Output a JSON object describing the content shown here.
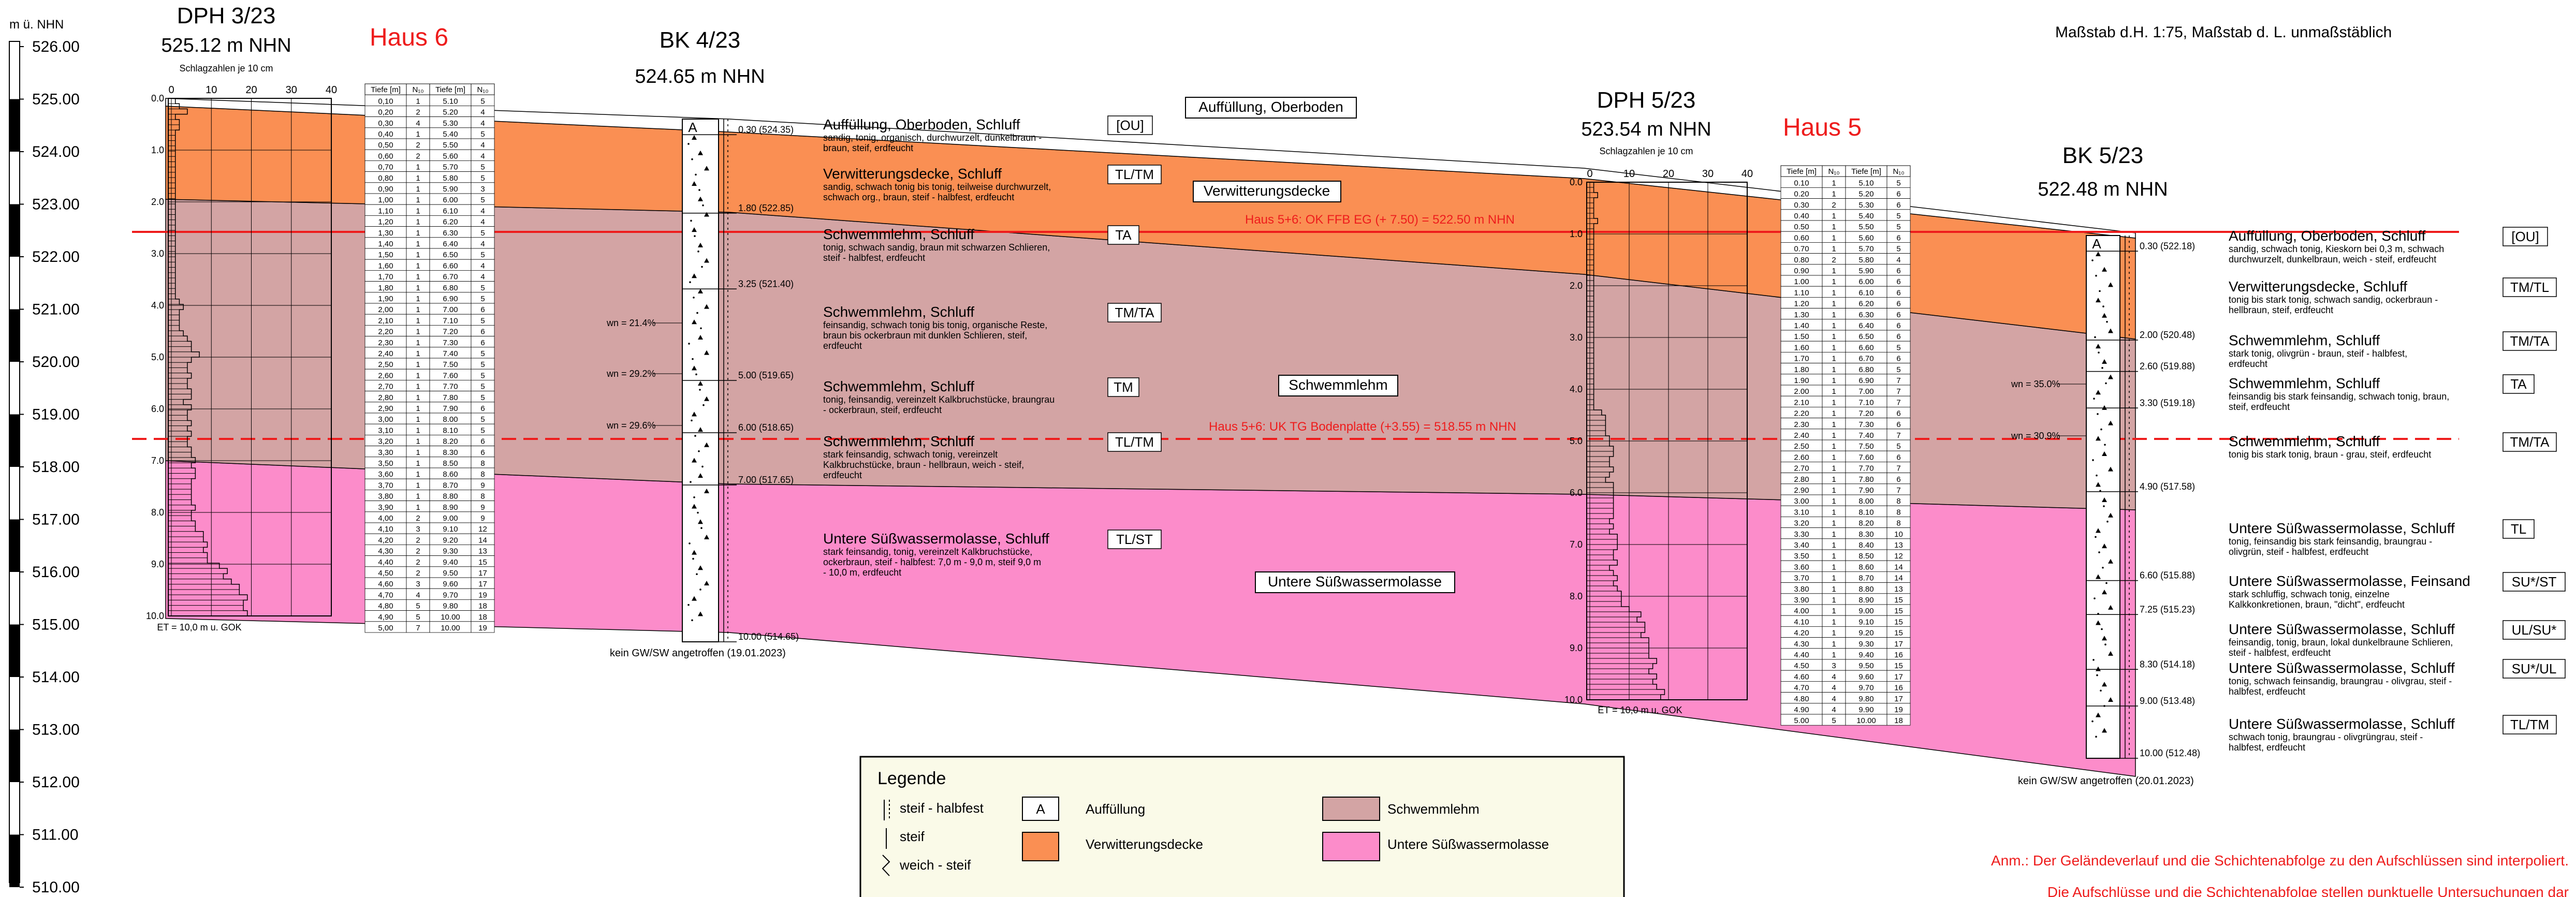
{
  "scale": {
    "unit_label": "m ü. NHN",
    "ticks": [
      "526.00",
      "525.00",
      "524.00",
      "523.00",
      "522.00",
      "521.00",
      "520.00",
      "519.00",
      "518.00",
      "517.00",
      "516.00",
      "515.00",
      "514.00",
      "513.00",
      "512.00",
      "511.00",
      "510.00"
    ]
  },
  "header": {
    "scale_note": "Maßstab d.H. 1:75, Maßstab d. L. unmaßstäblich"
  },
  "boreholes": [
    {
      "id": "dph3",
      "title": "DPH 3/23",
      "elevation": "525.12 m NHN",
      "note": "Schlagzahlen je 10 cm",
      "end_note": "ET = 10,0 m u. GOK"
    },
    {
      "id": "bk4",
      "title": "BK 4/23",
      "elevation": "524.65 m NHN",
      "end_note": "kein GW/SW angetroffen (19.01.2023)"
    },
    {
      "id": "dph5",
      "title": "DPH 5/23",
      "elevation": "523.54 m NHN",
      "note": "Schlagzahlen je 10 cm",
      "end_note": "ET = 10,0 m u. GOK"
    },
    {
      "id": "bk5",
      "title": "BK 5/23",
      "elevation": "522.48 m NHN",
      "end_note": "kein GW/SW angetroffen (20.01.2023)"
    }
  ],
  "houses": [
    {
      "label": "Haus 6",
      "color": "#ee1c1c"
    },
    {
      "label": "Haus 5",
      "color": "#ee1c1c"
    }
  ],
  "reference_lines": [
    {
      "label": "Haus 5+6: OK FFB EG (+ 7.50) = 522.50 m NHN",
      "elevation": 522.5,
      "style": "solid"
    },
    {
      "label": "Haus 5+6: UK TG Bodenplatte (+3.55) = 518.55 m NHN",
      "elevation": 518.55,
      "style": "dashed"
    }
  ],
  "zone_labels": [
    "Auffüllung, Oberboden",
    "Verwitterungsdecke",
    "Schwemmlehm",
    "Untere Süßwassermolasse"
  ],
  "dph_ticks": [
    "0.0",
    "1.0",
    "2.0",
    "3.0",
    "4.0",
    "5.0",
    "6.0",
    "7.0",
    "8.0",
    "9.0",
    "10.0"
  ],
  "dph_axis": [
    "0",
    "10",
    "20",
    "30",
    "40"
  ],
  "sounding_headers": [
    "Tiefe [m]",
    "N₁₀",
    "Tiefe [m]",
    "N₁₀"
  ],
  "sounding_6": {
    "depth1": [
      "0,10",
      "0,20",
      "0,30",
      "0,40",
      "0,50",
      "0,60",
      "0,70",
      "0,80",
      "0,90",
      "1,00",
      "1,10",
      "1,20",
      "1,30",
      "1,40",
      "1,50",
      "1,60",
      "1,70",
      "1,80",
      "1,90",
      "2,00",
      "2,10",
      "2,20",
      "2,30",
      "2,40",
      "2,50",
      "2,60",
      "2,70",
      "2,80",
      "2,90",
      "3,00",
      "3,10",
      "3,20",
      "3,30",
      "3,50",
      "3,60",
      "3,70",
      "3,80",
      "3,90",
      "4,00",
      "4,10",
      "4,20",
      "4,30",
      "4,40",
      "4,50",
      "4,60",
      "4,70",
      "4,80",
      "4,90",
      "5,00"
    ],
    "n1": [
      "1",
      "2",
      "4",
      "1",
      "2",
      "2",
      "1",
      "1",
      "1",
      "1",
      "1",
      "1",
      "1",
      "1",
      "1",
      "1",
      "1",
      "1",
      "1",
      "1",
      "1",
      "1",
      "1",
      "1",
      "1",
      "1",
      "1",
      "1",
      "1",
      "1",
      "1",
      "1",
      "1",
      "1",
      "1",
      "1",
      "1",
      "1",
      "2",
      "3",
      "2",
      "2",
      "2",
      "2",
      "3",
      "4",
      "5",
      "5",
      "7"
    ],
    "depth2": [
      "5.10",
      "5.20",
      "5.30",
      "5.40",
      "5.50",
      "5.60",
      "5.70",
      "5.80",
      "5.90",
      "6.00",
      "6.10",
      "6.20",
      "6.30",
      "6.40",
      "6.50",
      "6.60",
      "6.70",
      "6.80",
      "6.90",
      "7.00",
      "7.10",
      "7.20",
      "7.30",
      "7.40",
      "7.50",
      "7.60",
      "7.70",
      "7.80",
      "7.90",
      "8.00",
      "8.10",
      "8.20",
      "8.30",
      "8.50",
      "8.60",
      "8.70",
      "8.80",
      "8.90",
      "9.00",
      "9.10",
      "9.20",
      "9.30",
      "9.40",
      "9.50",
      "9.60",
      "9.70",
      "9.80",
      "10.00",
      "10.00"
    ],
    "n2": [
      "5",
      "4",
      "4",
      "5",
      "4",
      "4",
      "5",
      "5",
      "3",
      "5",
      "4",
      "4",
      "5",
      "4",
      "5",
      "4",
      "4",
      "5",
      "5",
      "6",
      "5",
      "6",
      "6",
      "5",
      "5",
      "5",
      "5",
      "5",
      "6",
      "5",
      "5",
      "6",
      "6",
      "8",
      "8",
      "9",
      "8",
      "9",
      "9",
      "12",
      "14",
      "13",
      "15",
      "17",
      "17",
      "19",
      "18",
      "18",
      "19"
    ]
  },
  "sounding_5": {
    "depth1": [
      "0.10",
      "0.20",
      "0.30",
      "0.40",
      "0.50",
      "0.60",
      "0.70",
      "0.80",
      "0.90",
      "1.00",
      "1.10",
      "1.20",
      "1.30",
      "1.40",
      "1.50",
      "1.60",
      "1.70",
      "1.80",
      "1.90",
      "2.00",
      "2.10",
      "2.20",
      "2.30",
      "2.40",
      "2.50",
      "2.60",
      "2.70",
      "2.80",
      "2.90",
      "3.00",
      "3.10",
      "3.20",
      "3.30",
      "3.40",
      "3.50",
      "3.60",
      "3.70",
      "3.80",
      "3.90",
      "4.00",
      "4.10",
      "4.20",
      "4.30",
      "4.40",
      "4.50",
      "4.60",
      "4.70",
      "4.80",
      "4.90",
      "5.00"
    ],
    "n1": [
      "1",
      "1",
      "2",
      "1",
      "1",
      "1",
      "1",
      "2",
      "1",
      "1",
      "1",
      "1",
      "1",
      "1",
      "1",
      "1",
      "1",
      "1",
      "1",
      "1",
      "1",
      "1",
      "1",
      "1",
      "1",
      "1",
      "1",
      "1",
      "1",
      "1",
      "1",
      "1",
      "1",
      "1",
      "1",
      "1",
      "1",
      "1",
      "1",
      "1",
      "1",
      "1",
      "1",
      "1",
      "3",
      "4",
      "4",
      "4",
      "4",
      "5"
    ],
    "depth2": [
      "5.10",
      "5.20",
      "5.30",
      "5.40",
      "5.50",
      "5.60",
      "5.70",
      "5.80",
      "5.90",
      "6.00",
      "6.10",
      "6.20",
      "6.30",
      "6.40",
      "6.50",
      "6.60",
      "6.70",
      "6.80",
      "6.90",
      "7.00",
      "7.10",
      "7.20",
      "7.30",
      "7.40",
      "7.50",
      "7.60",
      "7.70",
      "7.80",
      "7.90",
      "8.00",
      "8.10",
      "8.20",
      "8.30",
      "8.40",
      "8.50",
      "8.60",
      "8.70",
      "8.80",
      "8.90",
      "9.00",
      "9.10",
      "9.20",
      "9.30",
      "9.40",
      "9.50",
      "9.60",
      "9.70",
      "9.80",
      "9.90",
      "10.00"
    ],
    "n2": [
      "5",
      "6",
      "6",
      "5",
      "5",
      "6",
      "5",
      "4",
      "6",
      "6",
      "6",
      "6",
      "6",
      "6",
      "6",
      "5",
      "6",
      "5",
      "7",
      "7",
      "7",
      "6",
      "6",
      "7",
      "5",
      "6",
      "7",
      "6",
      "7",
      "8",
      "8",
      "8",
      "10",
      "13",
      "12",
      "14",
      "14",
      "13",
      "15",
      "15",
      "15",
      "15",
      "17",
      "16",
      "15",
      "17",
      "16",
      "17",
      "19",
      "18"
    ]
  },
  "bk4_layers": [
    {
      "title": "Auffüllung, Oberboden, Schluff",
      "desc": "sandig, tonig, organisch, durchwurzelt, dunkelbraun - braun, steif, erdfeucht",
      "code": "[OU]",
      "depth": "0.30 (524.35)"
    },
    {
      "title": "Verwitterungsdecke, Schluff",
      "desc": "sandig, schwach tonig bis tonig, teilweise durchwurzelt, schwach org., braun, steif - halbfest, erdfeucht",
      "code": "TL/TM",
      "depth": "1.80 (522.85)"
    },
    {
      "title": "Schwemmlehm, Schluff",
      "desc": "tonig, schwach sandig, braun mit schwarzen Schlieren, steif - halbfest, erdfeucht",
      "code": "TA",
      "depth": "3.25 (521.40)"
    },
    {
      "title": "Schwemmlehm, Schluff",
      "desc": "feinsandig, schwach tonig bis tonig, organische Reste, braun bis ockerbraun mit dunklen Schlieren, steif, erdfeucht",
      "code": "TM/TA",
      "depth": "5.00 (519.65)"
    },
    {
      "title": "Schwemmlehm, Schluff",
      "desc": "tonig, feinsandig, vereinzelt Kalkbruchstücke, braungrau - ockerbraun, steif, erdfeucht",
      "code": "TM",
      "depth": "6.00 (518.65)"
    },
    {
      "title": "Schwemmlehm, Schluff",
      "desc": "stark feinsandig, schwach tonig, vereinzelt Kalkbruchstücke, braun - hellbraun, weich - steif, erdfeucht",
      "code": "TL/TM",
      "depth": "7.00 (517.65)"
    },
    {
      "title": "Untere Süßwassermolasse, Schluff",
      "desc": "stark feinsandig, tonig, vereinzelt Kalkbruchstücke, ockerbraun, steif - halbfest: 7,0 m - 9,0 m, steif 9,0 m - 10,0 m, erdfeucht",
      "code": "TL/ST",
      "depth": "10.00 (514.65)"
    }
  ],
  "bk4_wn": [
    "wn = 21.4%",
    "wn = 29.2%",
    "wn = 29.6%"
  ],
  "bk5_layers": [
    {
      "title": "Auffüllung, Oberboden, Schluff",
      "desc": "sandig, schwach tonig, Kieskorn bei 0,3 m, schwach durchwurzelt, dunkelbraun, weich - steif, erdfeucht",
      "code": "[OU]",
      "depth": "0.30 (522.18)"
    },
    {
      "title": "Verwitterungsdecke, Schluff",
      "desc": "tonig bis stark tonig, schwach sandig, ockerbraun - hellbraun, steif, erdfeucht",
      "code": "TM/TL",
      "depth": "2.00 (520.48)"
    },
    {
      "title": "Schwemmlehm, Schluff",
      "desc": "stark tonig, olivgrün - braun, steif - halbfest, erdfeucht",
      "code": "TM/TA",
      "depth": "2.60 (519.88)"
    },
    {
      "title": "Schwemmlehm, Schluff",
      "desc": "feinsandig bis stark feinsandig, schwach tonig, braun, steif, erdfeucht",
      "code": "TA",
      "depth": "3.30 (519.18)"
    },
    {
      "title": "Schwemmlehm, Schluff",
      "desc": "tonig bis stark tonig, braun - grau, steif, erdfeucht",
      "code": "TM/TA",
      "depth": "4.90 (517.58)"
    },
    {
      "title": "Untere Süßwassermolasse, Schluff",
      "desc": "tonig, feinsandig bis stark feinsandig, braungrau - olivgrün, steif - halbfest, erdfeucht",
      "code": "TL",
      "depth": "6.60 (515.88)"
    },
    {
      "title": "Untere Süßwassermolasse,  Feinsand",
      "desc": "stark schluffig, schwach tonig, einzelne Kalkkonkretionen, braun, \"dicht\", erdfeucht",
      "code": "SU*/ST",
      "depth": "7.25 (515.23)"
    },
    {
      "title": "Untere Süßwassermolasse, Schluff",
      "desc": "feinsandig, tonig, braun, lokal dunkelbraune Schlieren, steif - halbfest, erdfeucht",
      "code": "UL/SU*",
      "depth": "8.30 (514.18)"
    },
    {
      "title": "Untere Süßwassermolasse, Schluff",
      "desc": "tonig, schwach feinsandig, braungrau - olivgrau, steif - halbfest, erdfeucht",
      "code": "SU*/UL",
      "depth": "9.00 (513.48)"
    },
    {
      "title": "Untere Süßwassermolasse, Schluff",
      "desc": "schwach tonig, braungrau - olivgrüngrau, steif - halbfest, erdfeucht",
      "code": "TL/TM",
      "depth": "10.00 (512.48)"
    }
  ],
  "bk5_wn": [
    "wn = 35.0%",
    "wn = 30.9%"
  ],
  "legend": {
    "title": "Legende",
    "items": [
      {
        "label": "steif - halbfest",
        "symbol": "consistency-stiff-firm"
      },
      {
        "label": "steif",
        "symbol": "consistency-stiff"
      },
      {
        "label": "weich - steif",
        "symbol": "consistency-soft-stiff"
      },
      {
        "label": "Auffüllung",
        "symbol": "A"
      },
      {
        "label": "Verwitterungsdecke",
        "color": "#fa8f53"
      },
      {
        "label": "Schwemmlehm",
        "color": "#d3a4a4"
      },
      {
        "label": "Untere Süßwassermolasse",
        "color": "#fc8cca"
      }
    ]
  },
  "colors": {
    "auffuellung": "#ffffff",
    "verwitterung": "#fa8f53",
    "schwemmlehm": "#d3a4a4",
    "molasse": "#fc8cca",
    "reference": "#ee1c1c"
  },
  "notes": [
    "Anm.: Der Geländeverlauf und die Schichtenabfolge zu den Aufschlüssen sind interpoliert.",
    "Die Aufschlüsse und die Schichtenabfolge stellen punktuelle Untersuchungen dar"
  ]
}
